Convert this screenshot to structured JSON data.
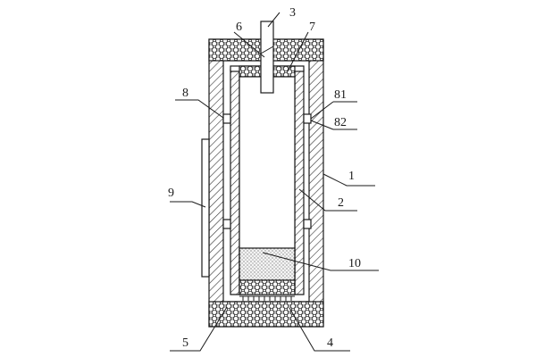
{
  "figure": {
    "labels": {
      "l1": "1",
      "l2": "2",
      "l3": "3",
      "l4": "4",
      "l5": "5",
      "l6": "6",
      "l7": "7",
      "l8": "8",
      "l81": "81",
      "l82": "82",
      "l9": "9",
      "l10": "10"
    }
  }
}
